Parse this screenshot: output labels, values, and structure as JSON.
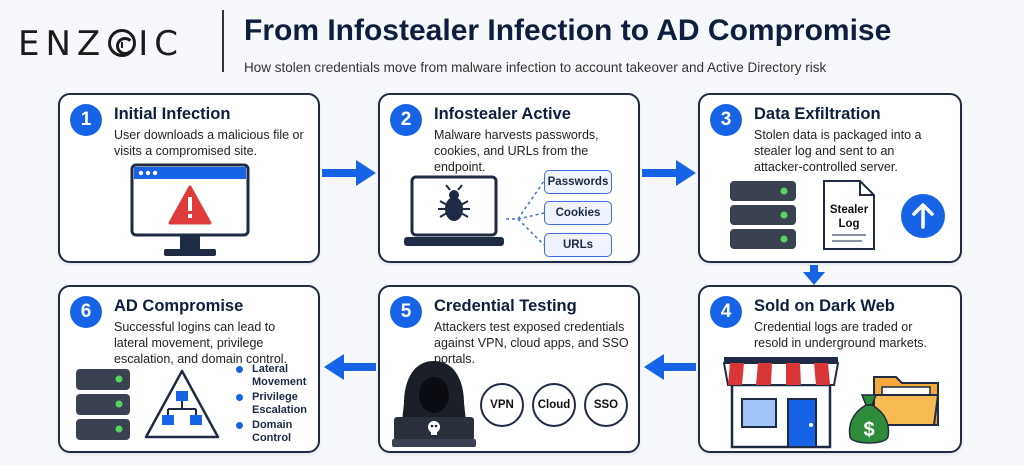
{
  "brand": {
    "logo_text_left": "ENZ",
    "logo_text_right": "IC"
  },
  "header": {
    "title": "From Infostealer Infection to AD Compromise",
    "subtitle": "How stolen credentials move from malware infection to account takeover and Active Directory risk"
  },
  "steps": [
    {
      "number": "1",
      "title": "Initial Infection",
      "desc": "User downloads a malicious file or visits a compromised site."
    },
    {
      "number": "2",
      "title": "Infostealer Active",
      "desc": "Malware harvests passwords, cookies, and URLs from the endpoint."
    },
    {
      "number": "3",
      "title": "Data Exfiltration",
      "desc": "Stolen data is packaged into a stealer log and sent to an attacker-controlled server."
    },
    {
      "number": "4",
      "title": "Sold on Dark Web",
      "desc": "Credential logs are traded or resold in underground markets."
    },
    {
      "number": "5",
      "title": "Credential Testing",
      "desc": "Attackers test exposed credentials against VPN, cloud apps, and SSO portals."
    },
    {
      "number": "6",
      "title": "AD Compromise",
      "desc": "Successful logins can lead to lateral movement, privilege escalation, and domain control."
    }
  ],
  "harvested": [
    "Passwords",
    "Cookies",
    "URLs"
  ],
  "stealer_log": {
    "line1": "Stealer",
    "line2": "Log"
  },
  "targets": [
    "VPN",
    "Cloud",
    "SSO"
  ],
  "ad_outcomes": [
    {
      "line1": "Lateral",
      "line2": "Movement"
    },
    {
      "line1": "Privilege",
      "line2": "Escalation"
    },
    {
      "line1": "Domain",
      "line2": "Control"
    }
  ],
  "colors": {
    "accent": "#1763e6",
    "navy": "#0e1e3e",
    "danger": "#e03b3b",
    "green": "#2e8b3a"
  }
}
